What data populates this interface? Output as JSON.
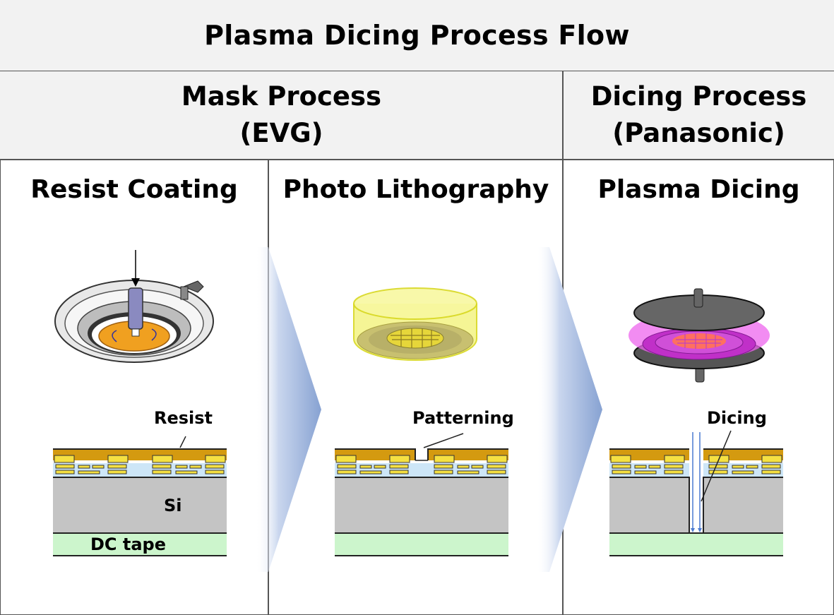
{
  "title": "Plasma Dicing Process Flow",
  "groups": [
    {
      "line1": "Mask Process",
      "line2": "(EVG)"
    },
    {
      "line1": "Dicing Process",
      "line2": "(Panasonic)"
    }
  ],
  "steps": [
    {
      "title": "Resist Coating",
      "callout": "Resist",
      "layer_labels": {
        "si": "Si",
        "tape": "DC tape"
      }
    },
    {
      "title": "Photo Lithography",
      "callout": "Patterning"
    },
    {
      "title": "Plasma Dicing",
      "callout": "Dicing"
    }
  ],
  "colors": {
    "header_bg": "#f2f2f2",
    "resist": "#d49a10",
    "pad": "#f5e042",
    "dielectric": "#cde6f7",
    "silicon": "#c4c4c4",
    "tape": "#ccf5cc",
    "arrow": "#8fa9d6",
    "plasma": "#e040e8",
    "litho": "#f0f06a"
  }
}
